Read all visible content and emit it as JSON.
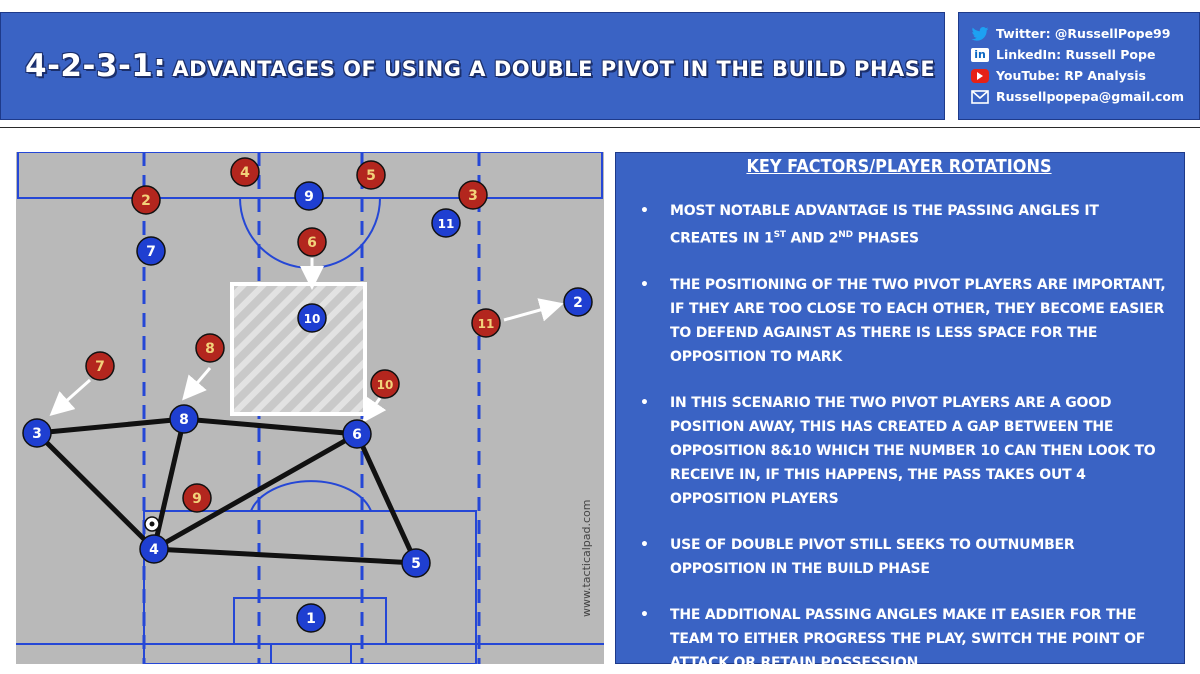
{
  "header": {
    "formation": "4-2-3-1:",
    "title": "Advantages of using a double pivot in the build phase"
  },
  "social": [
    {
      "icon": "twitter-icon",
      "text": "Twitter: @RussellPope99"
    },
    {
      "icon": "linkedin-icon",
      "text": "LinkedIn: Russell Pope",
      "icon_text": "in"
    },
    {
      "icon": "youtube-icon",
      "text": "YouTube: RP Analysis"
    },
    {
      "icon": "email-icon",
      "text": "Russellpopepa@gmail.com"
    }
  ],
  "pitch": {
    "watermark": "www.tacticalpad.com",
    "blue_players": [
      {
        "num": "1"
      },
      {
        "num": "2"
      },
      {
        "num": "3"
      },
      {
        "num": "4"
      },
      {
        "num": "5"
      },
      {
        "num": "6"
      },
      {
        "num": "7"
      },
      {
        "num": "8"
      },
      {
        "num": "9"
      },
      {
        "num": "10"
      },
      {
        "num": "11"
      }
    ],
    "red_players": [
      {
        "num": "2"
      },
      {
        "num": "3"
      },
      {
        "num": "4"
      },
      {
        "num": "5"
      },
      {
        "num": "6"
      },
      {
        "num": "7"
      },
      {
        "num": "8"
      },
      {
        "num": "9"
      },
      {
        "num": "10"
      },
      {
        "num": "11"
      }
    ]
  },
  "key_factors": {
    "heading": "Key factors/player rotations",
    "bullet": "•",
    "items": [
      {
        "text_pre": "Most notable advantage is the passing angles it creates in 1",
        "sup1": "st",
        "mid": " and 2",
        "sup2": "nd",
        "post": " phases"
      },
      {
        "text": "The positioning of the two pivot players are important, if they are too close to each other, they become easier to defend against as there is less space for the opposition to mark"
      },
      {
        "text": "In this scenario the two pivot players are a good position away, this has created a gap between the opposition 8&10 which the number 10 can then look to receive in, if this happens, the pass takes out 4 opposition players"
      },
      {
        "text": "Use of double pivot still seeks to outnumber opposition in the build phase"
      },
      {
        "text": "The additional passing angles make it easier for the team to either progress the play, switch the point of attack or retain possession"
      }
    ]
  },
  "colors": {
    "panel_blue": "#3a63c4",
    "pitch_grey": "#b9b9b9",
    "line_blue": "#2547d6",
    "player_blue": "#1f3fd1",
    "player_red": "#b3261e",
    "pass_black": "#111111"
  }
}
